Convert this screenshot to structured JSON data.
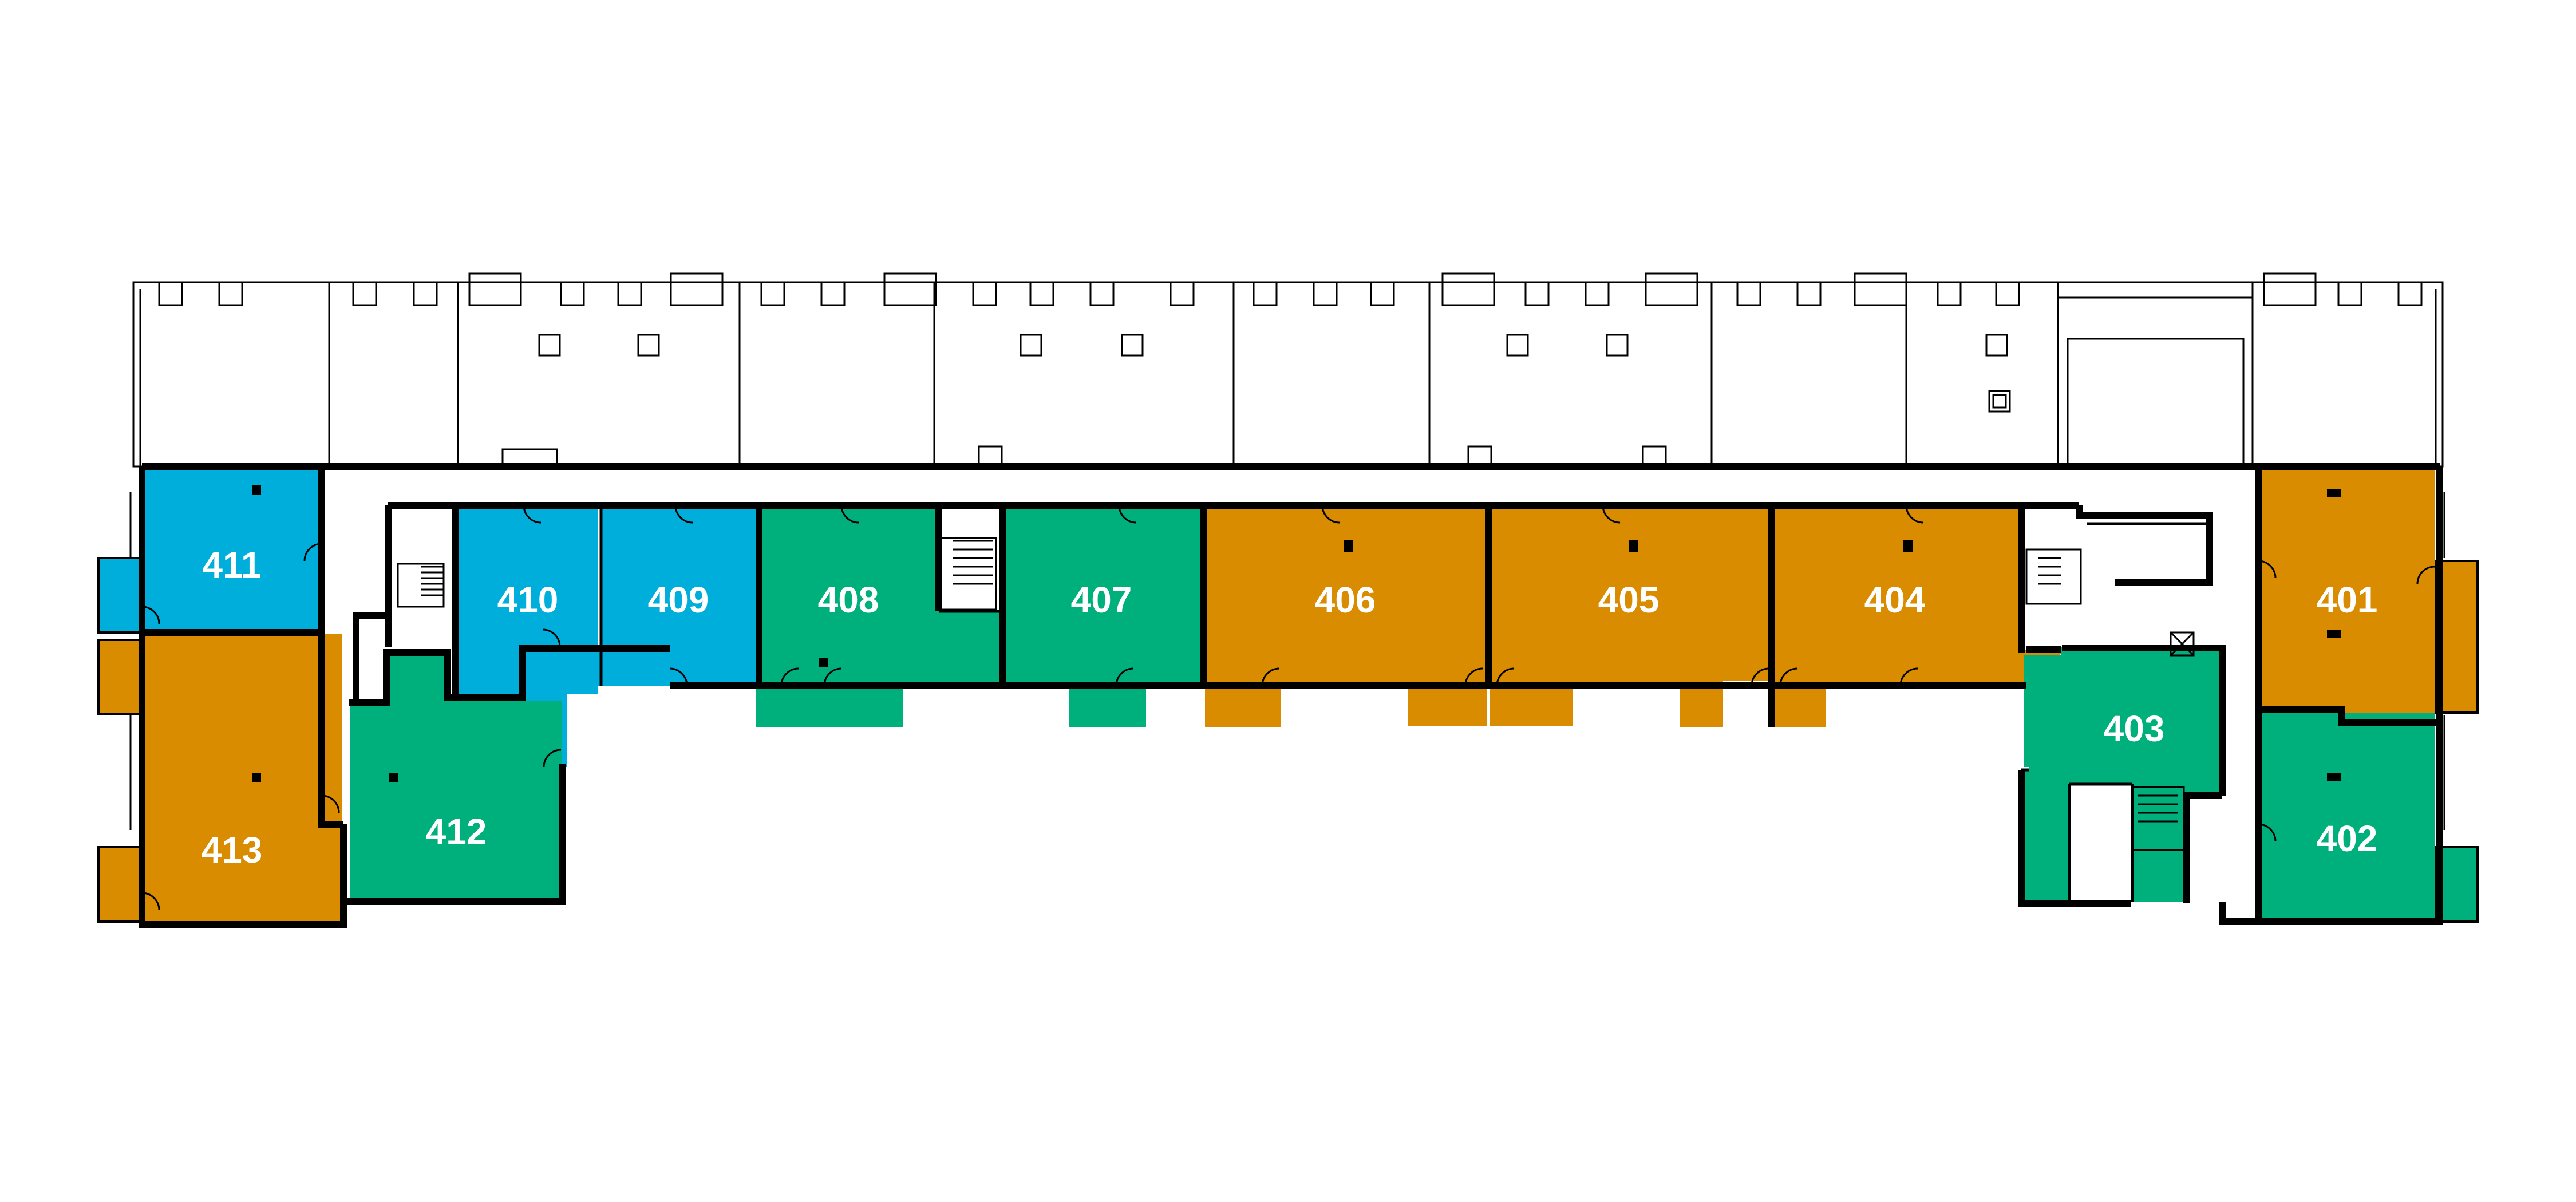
{
  "legend_colors": {
    "blue": "#00aedb",
    "green": "#00b07c",
    "orange": "#d98c00"
  },
  "units": [
    {
      "id": "411",
      "color": "blue"
    },
    {
      "id": "410",
      "color": "blue"
    },
    {
      "id": "409",
      "color": "blue"
    },
    {
      "id": "408",
      "color": "green"
    },
    {
      "id": "407",
      "color": "green"
    },
    {
      "id": "406",
      "color": "orange"
    },
    {
      "id": "405",
      "color": "orange"
    },
    {
      "id": "404",
      "color": "orange"
    },
    {
      "id": "401",
      "color": "orange"
    },
    {
      "id": "413",
      "color": "orange"
    },
    {
      "id": "412",
      "color": "green"
    },
    {
      "id": "403",
      "color": "green"
    },
    {
      "id": "402",
      "color": "green"
    }
  ]
}
